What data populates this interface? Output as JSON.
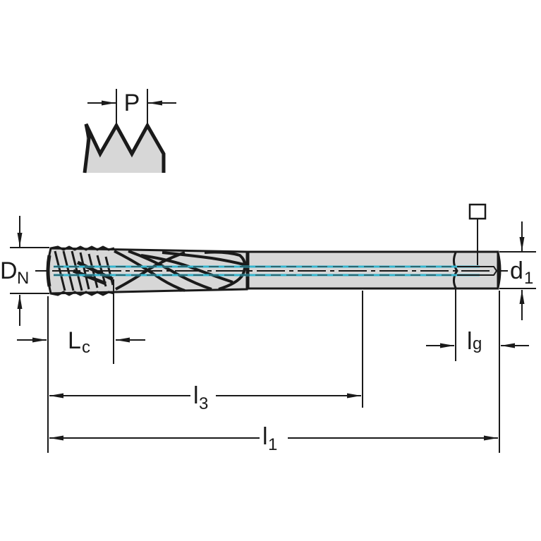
{
  "labels": {
    "pitch": "P",
    "nominal_diameter": "D",
    "nominal_diameter_sub": "N",
    "shank_diameter": "d",
    "shank_diameter_sub": "1",
    "chamfer_length": "L",
    "chamfer_length_sub": "c",
    "square_length": "l",
    "square_length_sub": "g",
    "neck_length": "l",
    "neck_length_sub": "3",
    "total_length": "l",
    "total_length_sub": "1"
  },
  "colors": {
    "outline": "#1a1a1a",
    "body_fill": "#d7d7d7",
    "coolant_channel": "#36b6cf"
  },
  "icons": {
    "square_symbol": "square-drive-symbol"
  }
}
